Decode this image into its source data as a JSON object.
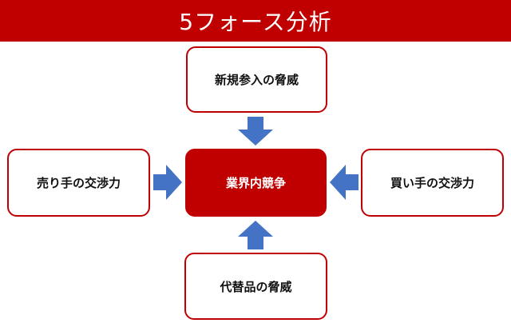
{
  "title": "5フォース分析",
  "nodes": {
    "top": "新規参入の脅威",
    "left": "売り手の交渉力",
    "center": "業界内競争",
    "right": "買い手の交渉力",
    "bottom": "代替品の脅威"
  },
  "colors": {
    "accent": "#c00000",
    "arrow": "#4472c4"
  }
}
